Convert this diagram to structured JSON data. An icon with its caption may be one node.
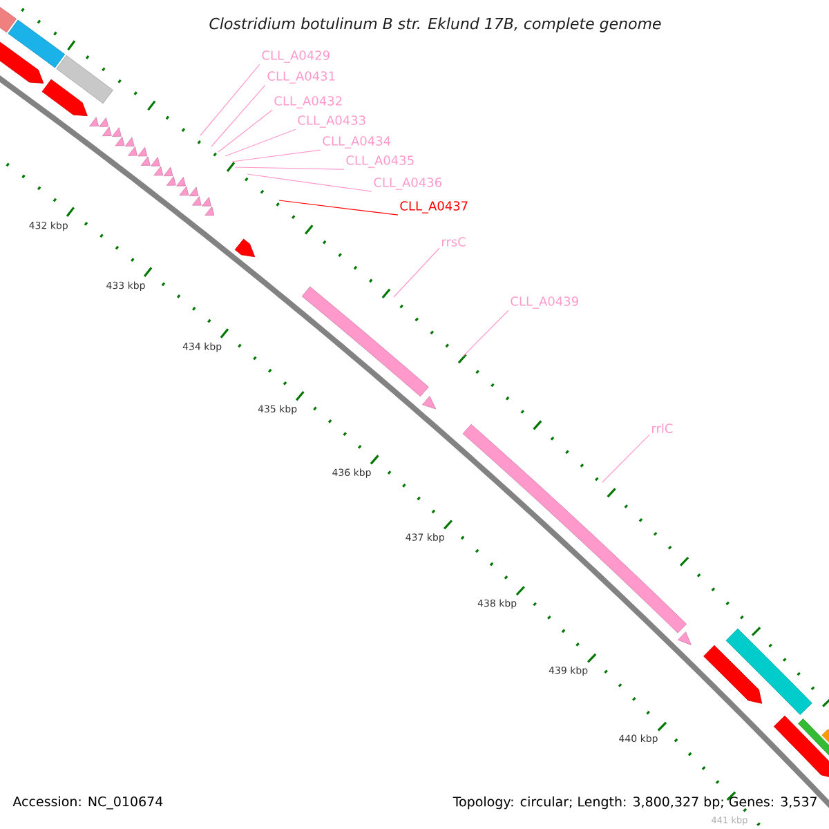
{
  "diagram": {
    "title": "Clostridium botulinum B str. Eklund 17B, complete genome",
    "nodes": [
      {
        "text": [
          "CLL_A0429"
        ]
      },
      {
        "text": [
          "CLL_A0431"
        ]
      },
      {
        "text": [
          "CLL_A0432"
        ]
      },
      {
        "text": [
          "CLL_A0433"
        ]
      },
      {
        "text": [
          "CLL_A0434"
        ]
      },
      {
        "text": [
          "CLL_A0435"
        ]
      },
      {
        "text": [
          "CLL_A0436"
        ]
      },
      {
        "text": [
          "CLL_A0437"
        ]
      },
      {
        "text": [
          "rrsC"
        ]
      },
      {
        "text": [
          "CLL_A0439"
        ]
      },
      {
        "text": [
          "rrlC"
        ]
      }
    ],
    "edges": [
      {
        "from": 0,
        "to": null,
        "arrow": "none"
      },
      {
        "from": 1,
        "to": null,
        "arrow": "none"
      },
      {
        "from": 2,
        "to": null,
        "arrow": "none"
      },
      {
        "from": 3,
        "to": null,
        "arrow": "none"
      },
      {
        "from": 4,
        "to": null,
        "arrow": "none"
      },
      {
        "from": 5,
        "to": null,
        "arrow": "none"
      },
      {
        "from": 6,
        "to": null,
        "arrow": "none"
      },
      {
        "from": 7,
        "to": null,
        "arrow": "none",
        "color": "#ff0000"
      },
      {
        "from": 8,
        "to": null,
        "arrow": "none"
      },
      {
        "from": 9,
        "to": null,
        "arrow": "none"
      },
      {
        "from": 10,
        "to": null,
        "arrow": "none"
      }
    ],
    "labels": [
      "432 kbp",
      "433 kbp",
      "434 kbp",
      "435 kbp",
      "436 kbp",
      "437 kbp",
      "438 kbp",
      "439 kbp",
      "440 kbp",
      "441 kbp",
      "Accession: NC_010674",
      "Topology: circular; Length: 3,800,327 bp; Genes: 3,537"
    ]
  }
}
